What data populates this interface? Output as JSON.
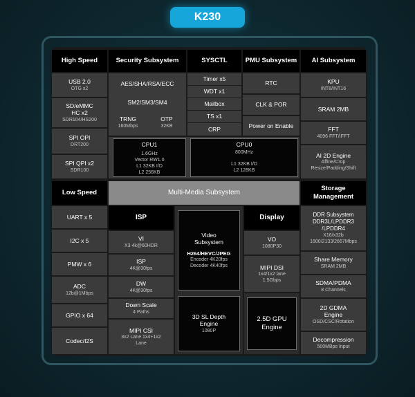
{
  "title": "K230",
  "headers": {
    "high_speed": "High Speed",
    "security": "Security Subsystem",
    "sysctl": "SYSCTL",
    "pmu": "PMU Subsystem",
    "ai": "AI Subsystem",
    "low_speed": "Low Speed",
    "multimedia": "Multi-Media Subsystem",
    "storage": "Storage Management",
    "isp": "ISP",
    "display": "Display"
  },
  "high_speed": [
    {
      "label": "USB 2.0",
      "sub": "OTG x2"
    },
    {
      "label": "SD/eMMC HC x2",
      "sub": "SDR104/HS200"
    },
    {
      "label": "SPI OPI",
      "sub": "DRT200"
    },
    {
      "label": "SPI QPI x2",
      "sub": "SDR100"
    }
  ],
  "security": {
    "row1": "AES/SHA/RSA/ECC",
    "row2": "SM2/SM3/SM4",
    "trng": {
      "label": "TRNG",
      "sub": "160Mbps"
    },
    "otp": {
      "label": "OTP",
      "sub": "32KB"
    }
  },
  "sysctl": [
    "Timer x5",
    "WDT x1",
    "Mailbox",
    "TS x1",
    "CRP"
  ],
  "pmu": [
    "RTC",
    "CLK & POR",
    "Power on Enable"
  ],
  "ai": [
    {
      "label": "KPU",
      "sub": "INT8/INT16"
    },
    {
      "label": "SRAM 2MB",
      "sub": ""
    },
    {
      "label": "FFT",
      "sub": "4096 FFT/IFFT"
    },
    {
      "label": "AI 2D Engine",
      "sub": "Affine/Crop Resize/Padding/Shift"
    }
  ],
  "cpu1": {
    "title": "CPU1",
    "lines": [
      "1.6GHz",
      "Vector RW1.0",
      "L1 32KB I/D",
      "L2 256KB"
    ]
  },
  "cpu0": {
    "title": "CPU0",
    "lines": [
      "800MHz",
      "L1 32KB I/D",
      "L2 128KB"
    ]
  },
  "low_speed": [
    "UART x 5",
    "I2C x 5",
    "PMW x 6",
    {
      "label": "ADC",
      "sub": "12b@1Mbps"
    },
    "GPIO x 64",
    "Codec/I2S"
  ],
  "isp": [
    {
      "label": "VI",
      "sub": "X3 4k@60HDR"
    },
    {
      "label": "ISP",
      "sub": "4K@30fps"
    },
    {
      "label": "DW",
      "sub": "4K@30fps"
    },
    {
      "label": "Down Scale",
      "sub": "4 Paths"
    },
    {
      "label": "MIPI CSI",
      "sub": "3x2 Lane 1x4+1x2 Lane"
    }
  ],
  "video": {
    "title": "Video Subsystem",
    "codec": "H264/HEVC/JPEG",
    "enc": "Encoder 4K20fps",
    "dec": "Decoder 4K40fps"
  },
  "depth": {
    "title": "3D SL Depth Engine",
    "sub": "1080P"
  },
  "display": [
    {
      "label": "VO",
      "sub": "1080P30"
    },
    {
      "label": "MIPI DSI",
      "sub": "1x4/1x2 lane 1.5Gbps"
    }
  ],
  "gpu": "2.5D GPU Engine",
  "storage": [
    {
      "label": "DDR Subsystem DDR3L/LPDDR3 /LPDDR4",
      "sub": "X16/x32b 1600/2133/2667Mbps"
    },
    {
      "label": "Share Memory",
      "sub": "SRAM 2MB"
    },
    {
      "label": "SDMA/PDMA",
      "sub": "8 Channels"
    },
    {
      "label": "2D GDMA Engine",
      "sub": "OSD/CSC/Rotation"
    },
    {
      "label": "Decompression",
      "sub": "500MBps Input"
    }
  ]
}
